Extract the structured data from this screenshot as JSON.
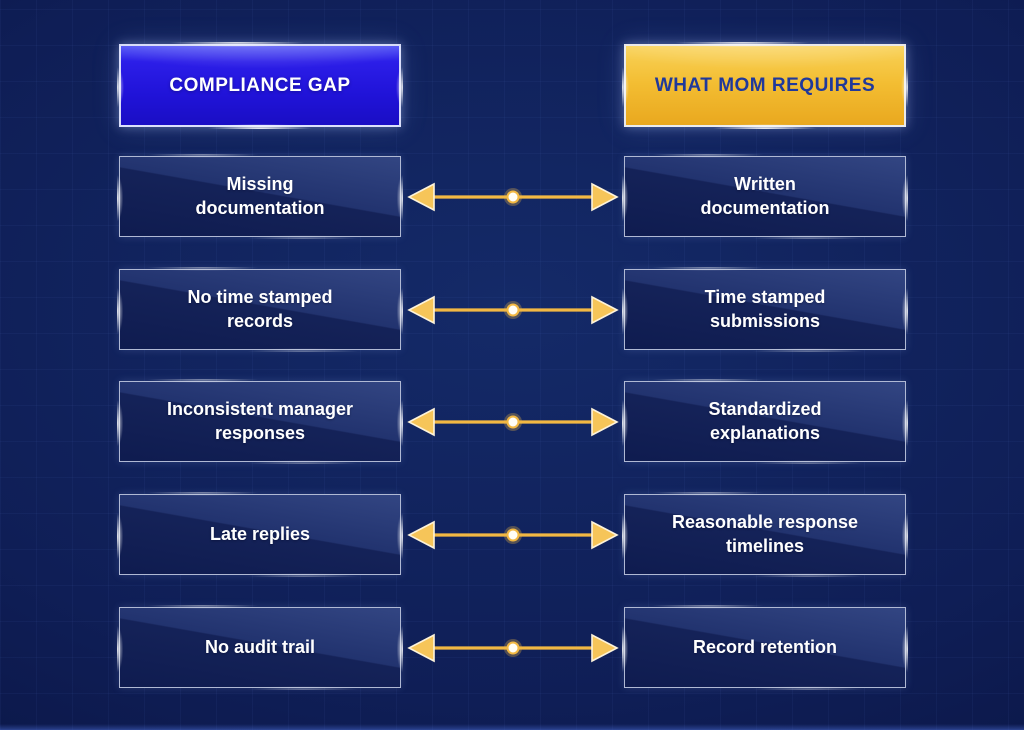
{
  "headers": {
    "gap": {
      "label": "COMPLIANCE GAP"
    },
    "requires": {
      "label": "WHAT MOM REQUIRES"
    }
  },
  "rows": [
    {
      "left": "Missing documentation",
      "right": "Written documentation"
    },
    {
      "left": "No time stamped records",
      "right": "Time stamped submissions"
    },
    {
      "left": "Inconsistent manager responses",
      "right": "Standardized explanations"
    },
    {
      "left": "Late replies",
      "right": "Reasonable response timelines"
    },
    {
      "left": "No audit trail",
      "right": "Record retention"
    }
  ],
  "icons": {
    "connector": "double-headed-arrow",
    "node": "center-dot"
  },
  "colors": {
    "background": "#0f1e56",
    "gap_header_fill": "#2013d8",
    "requires_header_fill": "#f3bd32",
    "requires_header_text": "#20399b",
    "item_box_fill": "#101e55",
    "item_box_border": "#dee6f8",
    "item_text": "#ffffff",
    "arrow_line": "#f2b843",
    "arrow_head": "#f6c559",
    "arrow_head_stroke": "#fdf3da",
    "node_fill": "#fffdf6",
    "node_ring": "#f2b843"
  }
}
